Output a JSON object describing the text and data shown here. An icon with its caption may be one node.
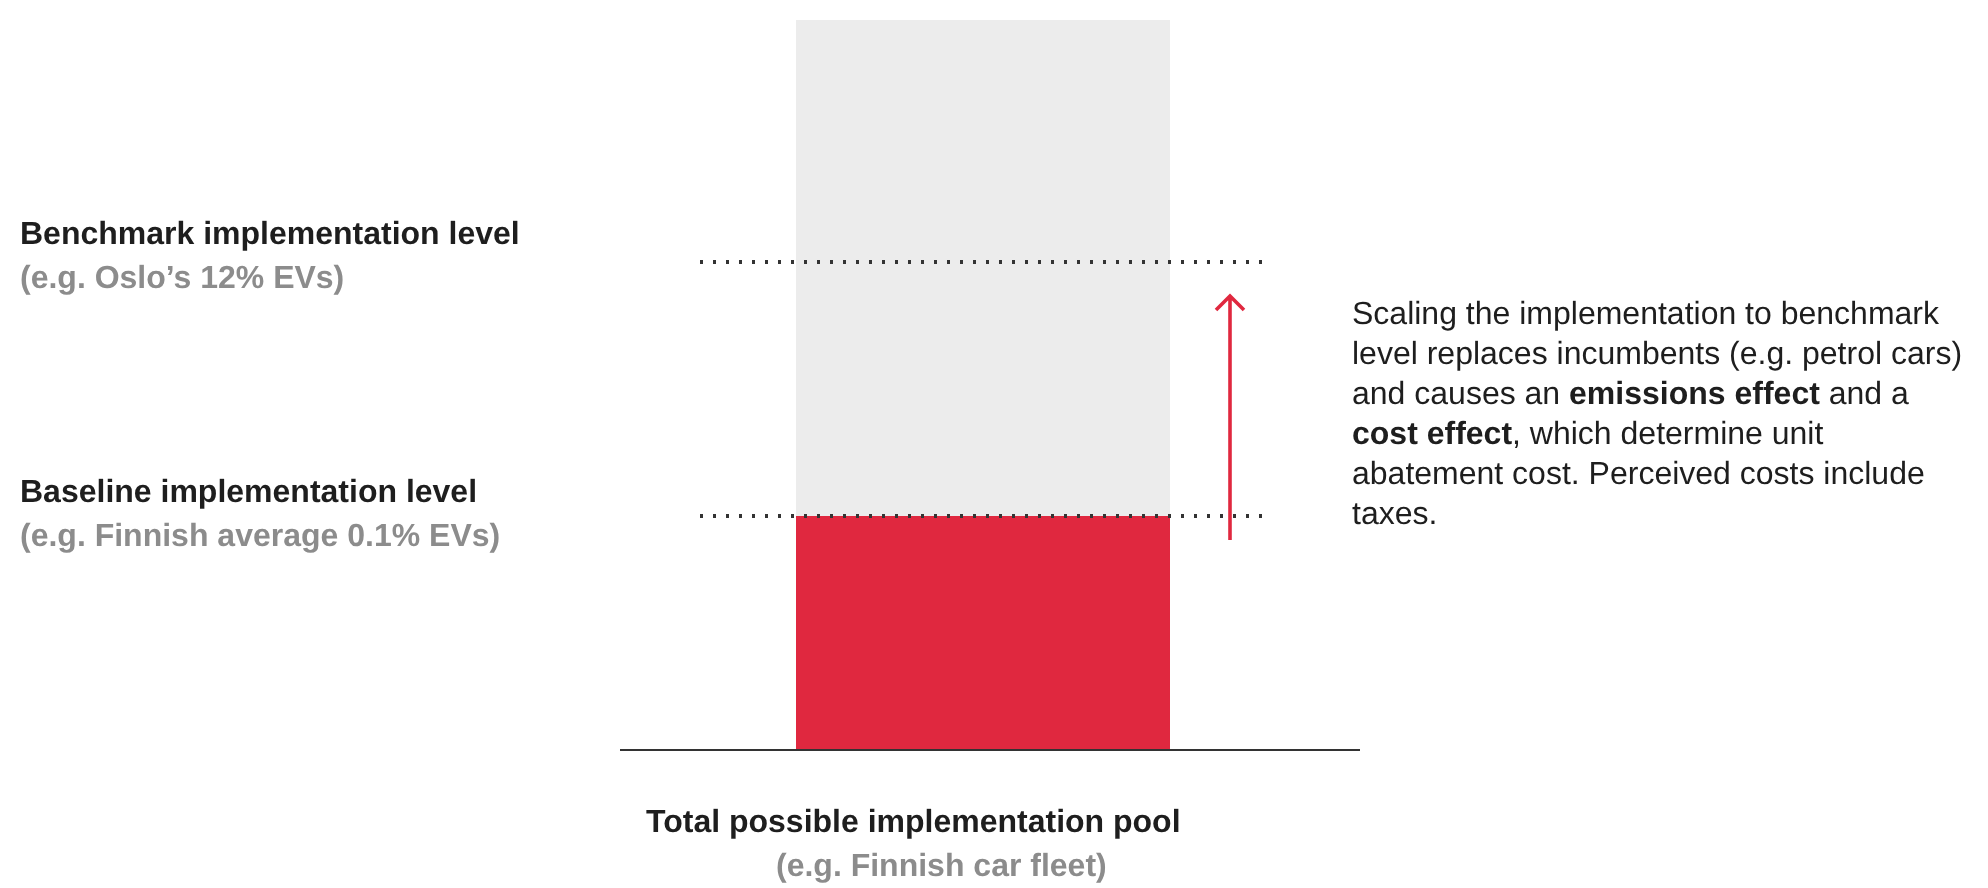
{
  "diagram": {
    "labels": [
      "Benchmark implementation level",
      "(e.g. Oslo’s 12% EVs)",
      "Baseline implementation level",
      "(e.g. Finnish average 0.1% EVs)",
      "Scaling the implementation to benchmark level replaces incumbents (e.g. petrol cars) and causes an **emissions effect** and a **cost effect**, which determine unit abatement cost. Perceived costs include taxes.",
      "Total possible implementation pool",
      "(e.g. Finnish car fleet)"
    ]
  }
}
